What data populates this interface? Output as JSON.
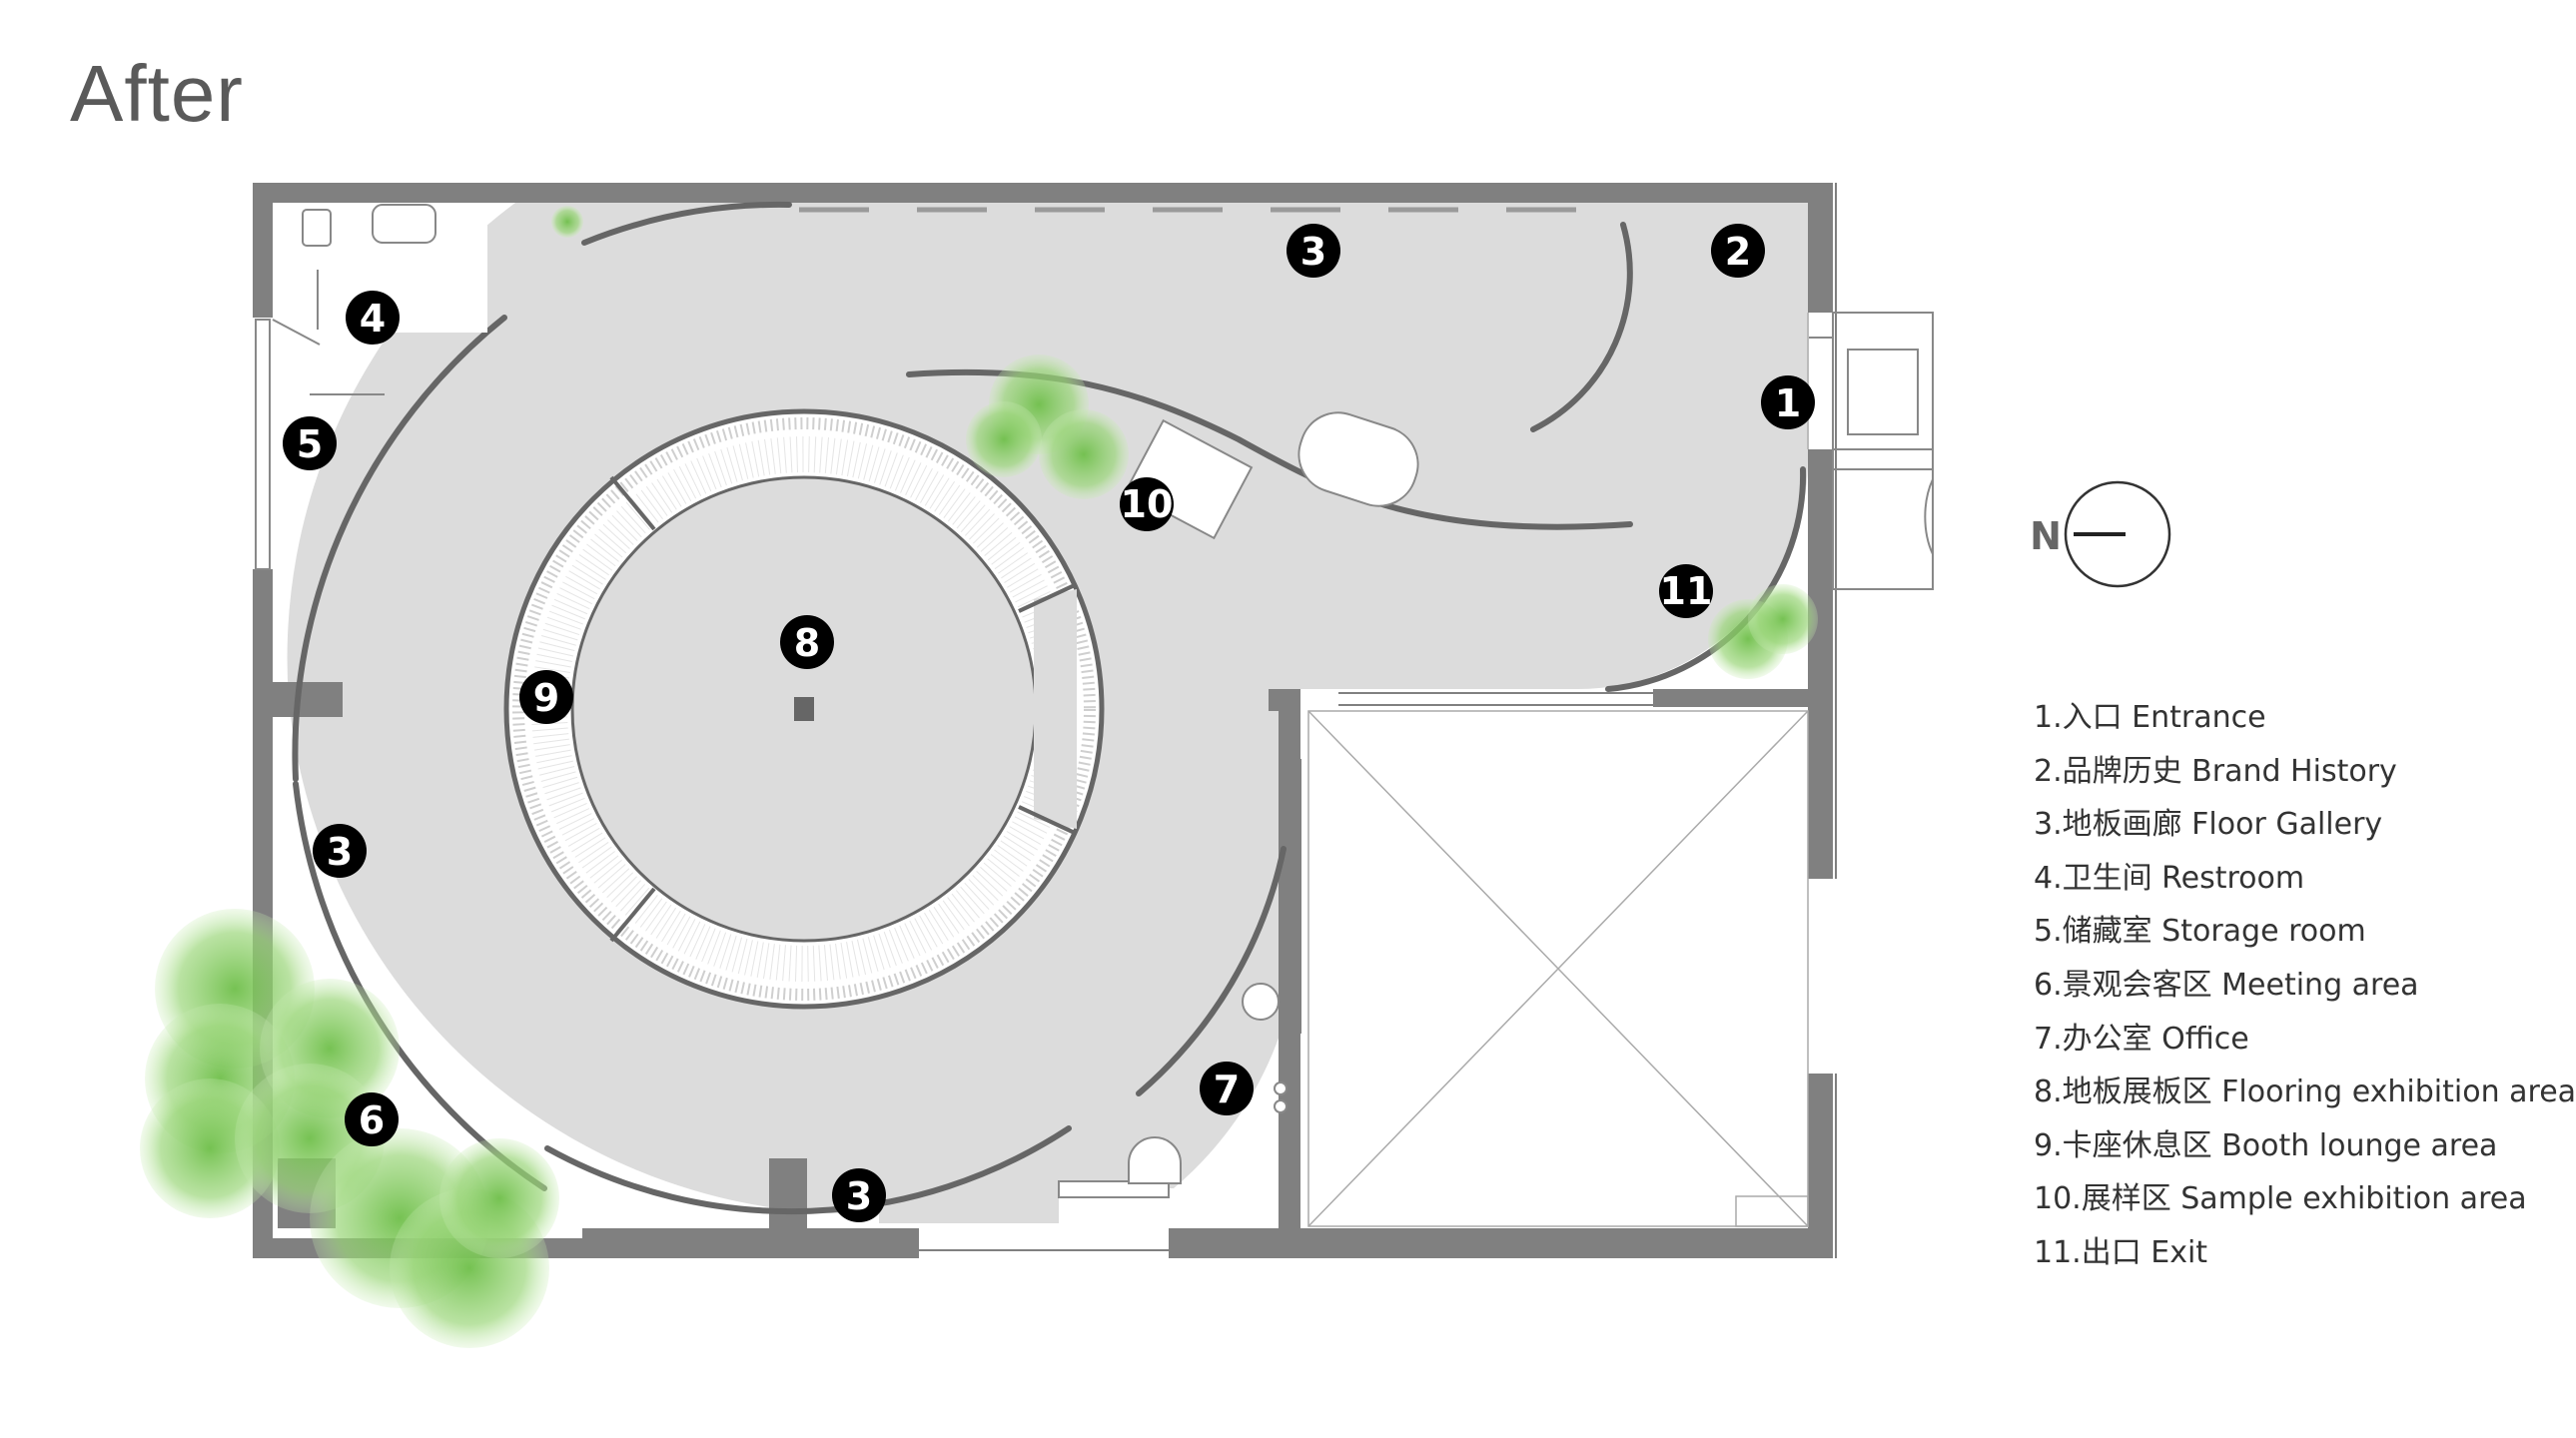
{
  "title": "After",
  "north_label": "N",
  "markers": [
    "1",
    "2",
    "3",
    "3",
    "3",
    "4",
    "5",
    "6",
    "7",
    "8",
    "9",
    "10",
    "11"
  ],
  "legend": [
    "1.入口 Entrance",
    "2.品牌历史 Brand History",
    "3.地板画廊 Floor Gallery",
    "4.卫生间 Restroom",
    "5.储藏室 Storage room",
    "6.景观会客区 Meeting area",
    "7.办公室 Office",
    "8.地板展板区 Flooring exhibition area",
    "9.卡座休息区 Booth lounge area",
    "10.展样区 Sample exhibition area",
    "11.出口 Exit"
  ],
  "colors": {
    "wall": "#808080",
    "floor": "#dcdcdc",
    "marker": "#000000",
    "plant": "#7cc25a"
  }
}
